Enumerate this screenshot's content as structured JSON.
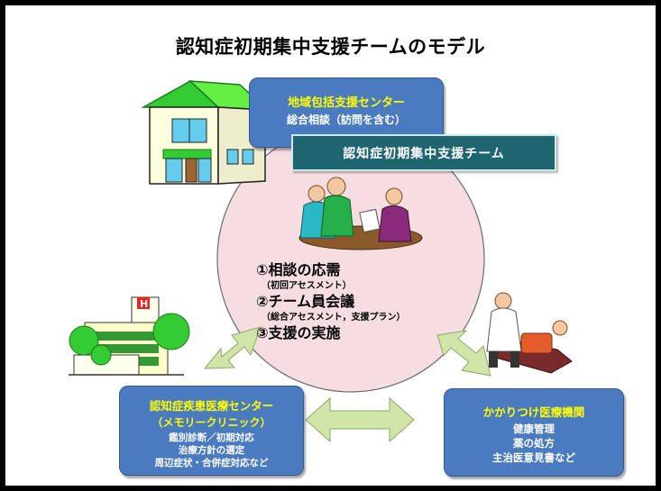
{
  "title": "認知症初期集中支援チームのモデル",
  "center": {
    "name": "地域包括支援センター",
    "detail": "総合相談（訪問を含む）"
  },
  "team": "認知症初期集中支援チーム",
  "steps": [
    {
      "label": "①相談の応需",
      "sub": "（初回アセスメント）"
    },
    {
      "label": "②チーム員会議",
      "sub": "（総合アセスメント，支援プラン）"
    },
    {
      "label": "③支援の実施",
      "sub": ""
    }
  ],
  "memory_center": {
    "name": "認知症疾患医療センター",
    "subtitle": "（メモリークリニック）",
    "lines": [
      "鑑別診断／初期対応",
      "治療方針の選定",
      "周辺症状・合併症対応など"
    ]
  },
  "kakaritsuke": {
    "name": "かかりつけ医療機関",
    "lines": [
      "健康管理",
      "薬の処方",
      "主治医意見書など"
    ]
  },
  "colors": {
    "circle_fill": "#f6dde0",
    "box_blue": "#4a7abf",
    "team_bar": "#1e6570",
    "arrow_fill": "#d2e5a8",
    "highlight_text": "#ffff00"
  },
  "icons": [
    "house-icon",
    "hospital-icon",
    "consultation-people-icon",
    "doctor-patient-icon"
  ]
}
